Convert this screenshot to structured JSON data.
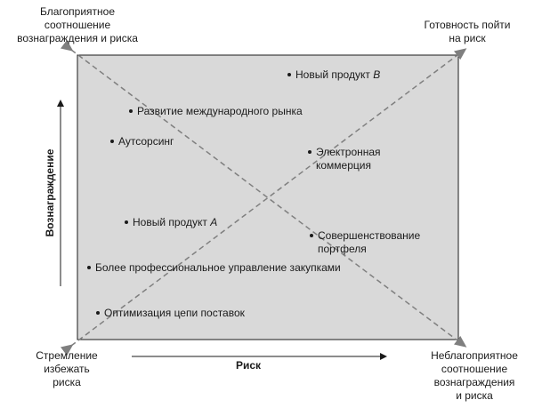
{
  "corners": {
    "top_left": [
      "Благоприятное",
      "соотношение",
      "вознаграждения и риска"
    ],
    "top_right": [
      "Готовность пойти",
      "на риск"
    ],
    "bottom_left": [
      "Стремление",
      "избежать",
      "риска"
    ],
    "bottom_right": [
      "Неблагоприятное",
      "соотношение",
      "вознаграждения",
      "и риска"
    ]
  },
  "axes": {
    "x_label": "Риск",
    "y_label": "Вознаграждение"
  },
  "items": [
    {
      "lines": [
        "Новый продукт B"
      ],
      "italic_suffix": "B",
      "base": "Новый продукт "
    },
    {
      "lines": [
        "Развитие международного рынка"
      ]
    },
    {
      "lines": [
        "Аутсорсинг"
      ]
    },
    {
      "lines": [
        "Электронная",
        "коммерция"
      ]
    },
    {
      "lines": [
        "Новый продукт A"
      ],
      "italic_suffix": "A",
      "base": "Новый продукт "
    },
    {
      "lines": [
        "Совершенствование",
        "портфеля"
      ]
    },
    {
      "lines": [
        "Более профессиональное управление закупками"
      ]
    },
    {
      "lines": [
        "Оптимизация цепи поставок"
      ]
    }
  ],
  "colors": {
    "plot_fill": "#d9d9d9",
    "plot_border": "#1a1a1a",
    "diagonal": "#7f7f7f",
    "text": "#1a1a1a"
  }
}
